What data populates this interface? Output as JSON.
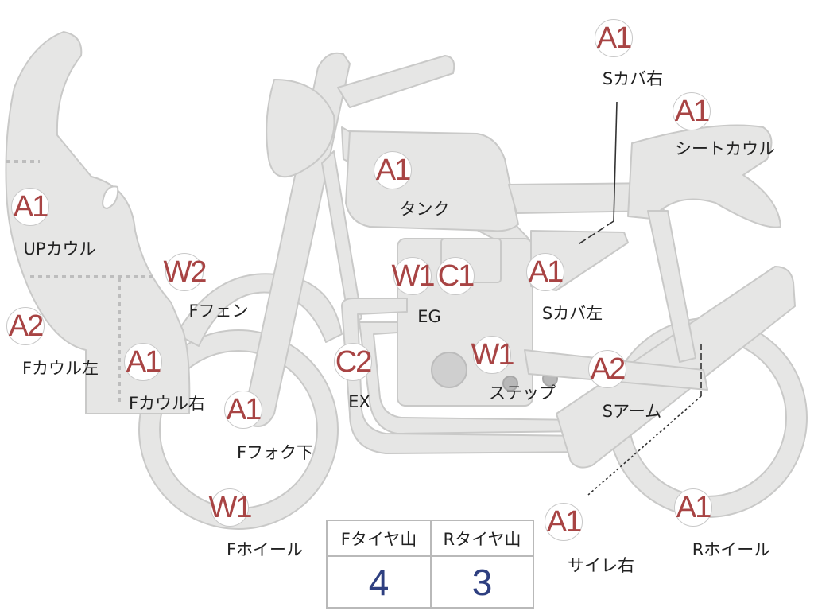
{
  "colors": {
    "body_fill": "#e6e6e5",
    "body_stroke": "#c9c9c8",
    "badge_text": "#a84444",
    "table_value": "#2e3f80",
    "leader": "#333333",
    "dotted_divider": "#bdbdbd"
  },
  "parts": [
    {
      "id": "s-cover-right",
      "code": "A1",
      "name": "Sカバ右"
    },
    {
      "id": "seat-cowl",
      "code": "A1",
      "name": "シートカウル"
    },
    {
      "id": "up-cowl",
      "code": "A1",
      "name": "UPカウル"
    },
    {
      "id": "tank",
      "code": "A1",
      "name": "タンク"
    },
    {
      "id": "f-fender",
      "code": "W2",
      "name": "Fフェン"
    },
    {
      "id": "engine",
      "codes": [
        "W1",
        "C1"
      ],
      "name": "EG"
    },
    {
      "id": "s-cover-left",
      "code": "A1",
      "name": "Sカバ左"
    },
    {
      "id": "f-cowl-left",
      "code": "A2",
      "name": "Fカウル左"
    },
    {
      "id": "f-cowl-right",
      "code": "A1",
      "name": "Fカウル右"
    },
    {
      "id": "exhaust",
      "code": "C2",
      "name": "EX"
    },
    {
      "id": "step",
      "code": "W1",
      "name": "ステップ"
    },
    {
      "id": "swing-arm",
      "code": "A2",
      "name": "Sアーム"
    },
    {
      "id": "f-fork-lower",
      "code": "A1",
      "name": "Fフォク下"
    },
    {
      "id": "f-wheel",
      "code": "W1",
      "name": "Fホイール"
    },
    {
      "id": "muffler-right",
      "code": "A1",
      "name": "サイレ右"
    },
    {
      "id": "r-wheel",
      "code": "A1",
      "name": "Rホイール"
    }
  ],
  "tire_table": {
    "front": {
      "header": "Fタイヤ山",
      "value": "4"
    },
    "rear": {
      "header": "Rタイヤ山",
      "value": "3"
    }
  }
}
